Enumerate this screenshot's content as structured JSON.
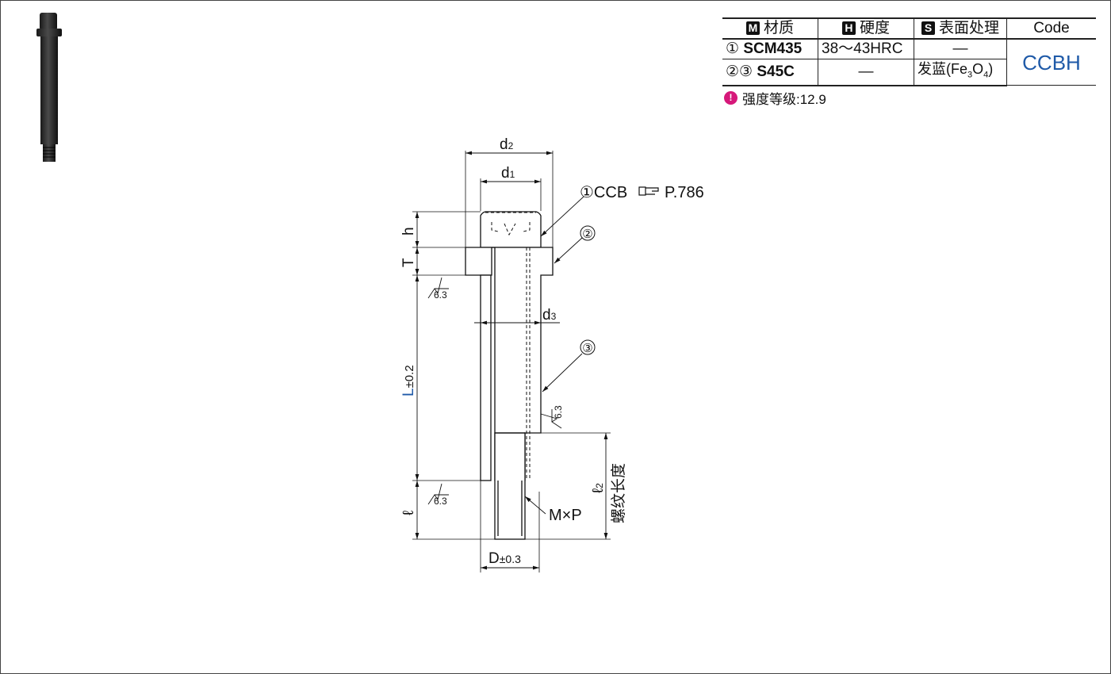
{
  "table": {
    "header": {
      "material_badge": "M",
      "material": "材质",
      "hardness_badge": "H",
      "hardness": "硬度",
      "surface_badge": "S",
      "surface": "表面处理",
      "code": "Code"
    },
    "rows": [
      {
        "index": "①",
        "material": "SCM435",
        "hardness": "38〜43HRC",
        "surface": "—"
      },
      {
        "index": "②③",
        "material": "S45C",
        "hardness": "—",
        "surface_main": "发蓝(Fe",
        "surface_sub1": "3",
        "surface_mid": "O",
        "surface_sub2": "4",
        "surface_end": ")"
      }
    ],
    "code_value": "CCBH"
  },
  "note": {
    "icon": "info-pin-icon",
    "text": "强度等级:12.9"
  },
  "drawing": {
    "d2": "d",
    "d2_sub": "2",
    "d1": "d",
    "d1_sub": "1",
    "d3": "d",
    "d3_sub": "3",
    "part1_label": "①CCB",
    "page_ref": "P.786",
    "callout2": "②",
    "callout3": "③",
    "h": "h",
    "T": "T",
    "L": "L",
    "L_tol": "±0.2",
    "l": "ℓ",
    "l2": "ℓ",
    "l2_sub": "2",
    "thread_len": "螺纹长度",
    "thread": "M×P",
    "D": "D",
    "D_tol": "±0.3",
    "roughness": "6.3",
    "accent_color": "#1f5aa8"
  }
}
